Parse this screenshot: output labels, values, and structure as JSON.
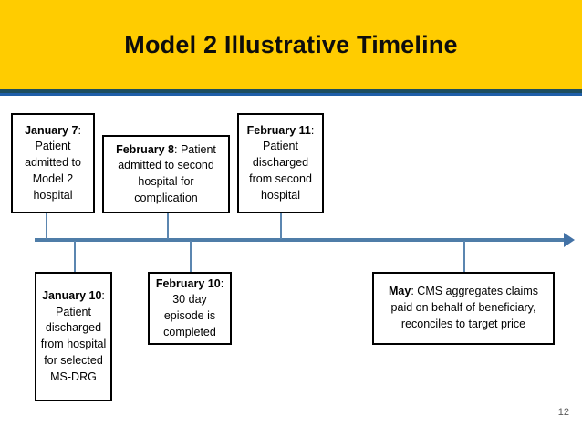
{
  "slide": {
    "title": "Model 2 Illustrative Timeline",
    "page_number": "12",
    "colors": {
      "header_background": "#FFCC00",
      "header_text": "#0D0D0D",
      "rule_dark": "#1D4E5F",
      "rule_blue": "#1F5FA9",
      "timeline_line": "#4F7DA8",
      "connector": "#5B86B0",
      "box_border": "#000000",
      "box_fill": "#FFFFFF"
    }
  },
  "timeline": {
    "axis_label": "timeline-axis",
    "arrow_direction": "right",
    "events_above": [
      {
        "id": "jan7",
        "date": "January 7",
        "separator": ":",
        "description": " Patient admitted to Model 2 hospital",
        "full_text": "January 7: Patient admitted to Model 2 hospital"
      },
      {
        "id": "feb8",
        "date": "February 8",
        "separator": ":",
        "description": " Patient admitted to second hospital for complication",
        "full_text": "February 8: Patient admitted to second hospital for complication"
      },
      {
        "id": "feb11",
        "date": "February 11",
        "separator": ":",
        "description": " Patient discharged from second hospital",
        "full_text": "February 11: Patient discharged from second hospital"
      }
    ],
    "events_below": [
      {
        "id": "jan10",
        "date": "January 10",
        "separator": ":",
        "description": " Patient discharged from hospital for selected MS-DRG",
        "full_text": "January 10: Patient discharged from hospital for selected MS-DRG"
      },
      {
        "id": "feb10",
        "date": "February 10",
        "separator": ":",
        "description": " 30 day episode is completed",
        "full_text": "February 10: 30 day episode is completed"
      },
      {
        "id": "may",
        "date": "May",
        "separator": ":",
        "description": " CMS aggregates claims paid on behalf of beneficiary, reconciles to target price",
        "full_text": "May: CMS aggregates claims paid on behalf of beneficiary, reconciles to target price"
      }
    ]
  }
}
